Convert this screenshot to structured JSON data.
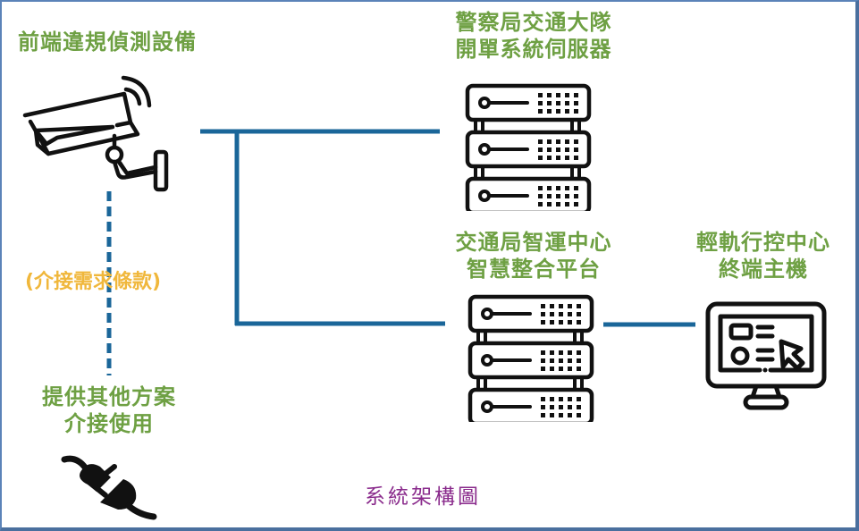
{
  "diagram": {
    "caption": "系統架構圖",
    "colors": {
      "label_green": "#6ea043",
      "note_yellow": "#f0b73b",
      "caption_purple": "#8a2b8c",
      "connector_blue": "#1a6699",
      "icon_black": "#111111",
      "frame_blue": "#5b83b8"
    },
    "nodes": {
      "camera": {
        "label": "前端違規偵測設備",
        "icon": "cctv-camera-icon"
      },
      "police_server": {
        "label_lines": [
          "警察局交通大隊",
          "開單系統伺服器"
        ],
        "icon": "server-rack-icon"
      },
      "traffic_platform": {
        "label_lines": [
          "交通局智運中心",
          "智慧整合平台"
        ],
        "icon": "server-rack-icon"
      },
      "lrt_terminal": {
        "label_lines": [
          "輕軌行控中心",
          "終端主機"
        ],
        "icon": "monitor-icon"
      },
      "other_solutions": {
        "label_lines": [
          "提供其他方案",
          "介接使用"
        ],
        "icon": "plug-connector-icon"
      }
    },
    "interface_note": "(介接需求條款)",
    "connections": [
      {
        "from": "camera",
        "to": "police_server",
        "style": "solid"
      },
      {
        "from": "camera",
        "to": "traffic_platform",
        "style": "solid"
      },
      {
        "from": "traffic_platform",
        "to": "lrt_terminal",
        "style": "solid"
      },
      {
        "from": "camera",
        "to": "other_solutions",
        "style": "dashed"
      }
    ]
  }
}
